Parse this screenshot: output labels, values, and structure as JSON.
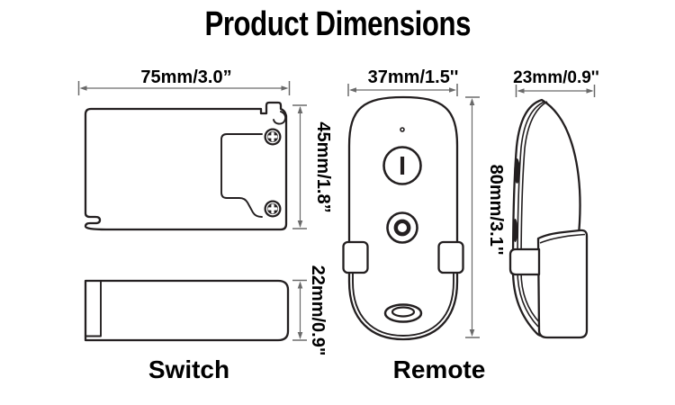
{
  "title": "Product Dimensions",
  "switch": {
    "label": "Switch",
    "top_view": {
      "width": "75mm/3.0”",
      "height": "45mm/1.8”"
    },
    "side_view": {
      "height": "22mm/0.9\""
    }
  },
  "remote": {
    "label": "Remote",
    "front_view": {
      "width": "37mm/1.5''",
      "height": "80mm/3.1''",
      "on_symbol": "I"
    },
    "side_view": {
      "width": "23mm/0.9''"
    }
  },
  "colors": {
    "outline": "#231f20",
    "dimension": "#6a6a6a",
    "text": "#000000",
    "background": "#ffffff"
  }
}
